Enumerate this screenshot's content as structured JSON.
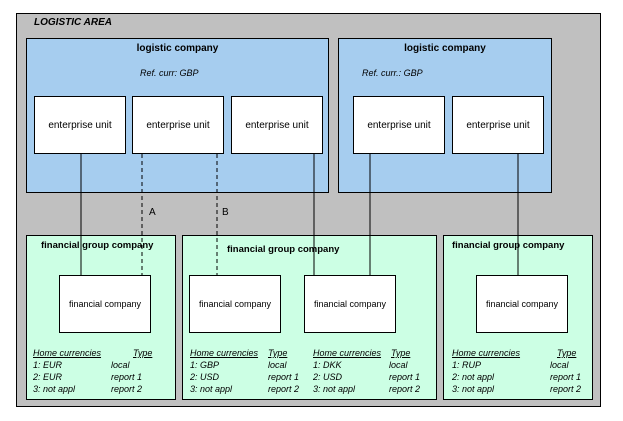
{
  "area_title": "LOGISTIC AREA",
  "logistic_companies": [
    {
      "title": "logistic company",
      "ref": "Ref. curr: GBP",
      "units": [
        "enterprise unit",
        "enterprise unit",
        "enterprise unit"
      ]
    },
    {
      "title": "logistic company",
      "ref": "Ref. curr.: GBP",
      "units": [
        "enterprise unit",
        "enterprise unit"
      ]
    }
  ],
  "financial_group_companies": [
    {
      "title": "financial group company",
      "companies": [
        {
          "label": "financial company",
          "currencies": {
            "header_left": "Home currencies",
            "header_right": "Type",
            "rows": [
              [
                "1: EUR",
                "local"
              ],
              [
                "2: EUR",
                "report 1"
              ],
              [
                "3: not appl",
                "report 2"
              ]
            ]
          }
        }
      ]
    },
    {
      "title": "financial group company",
      "companies": [
        {
          "label": "financial company",
          "currencies": {
            "header_left": "Home currencies",
            "header_right": "Type",
            "rows": [
              [
                "1: GBP",
                "local"
              ],
              [
                "2: USD",
                "report 1"
              ],
              [
                "3: not appl",
                "report 2"
              ]
            ]
          }
        },
        {
          "label": "financial company",
          "currencies": {
            "header_left": "Home currencies",
            "header_right": "Type",
            "rows": [
              [
                "1: DKK",
                "local"
              ],
              [
                "2: USD",
                "report 1"
              ],
              [
                "3: not appl",
                "report 2"
              ]
            ]
          }
        }
      ]
    },
    {
      "title": "financial group company",
      "companies": [
        {
          "label": "financial company",
          "currencies": {
            "header_left": "Home currencies",
            "header_right": "Type",
            "rows": [
              [
                "1: RUP",
                "local"
              ],
              [
                "2: not appl",
                "report 1"
              ],
              [
                "3: not appl",
                "report 2"
              ]
            ]
          }
        }
      ]
    }
  ],
  "link_labels": {
    "a": "A",
    "b": "B"
  }
}
